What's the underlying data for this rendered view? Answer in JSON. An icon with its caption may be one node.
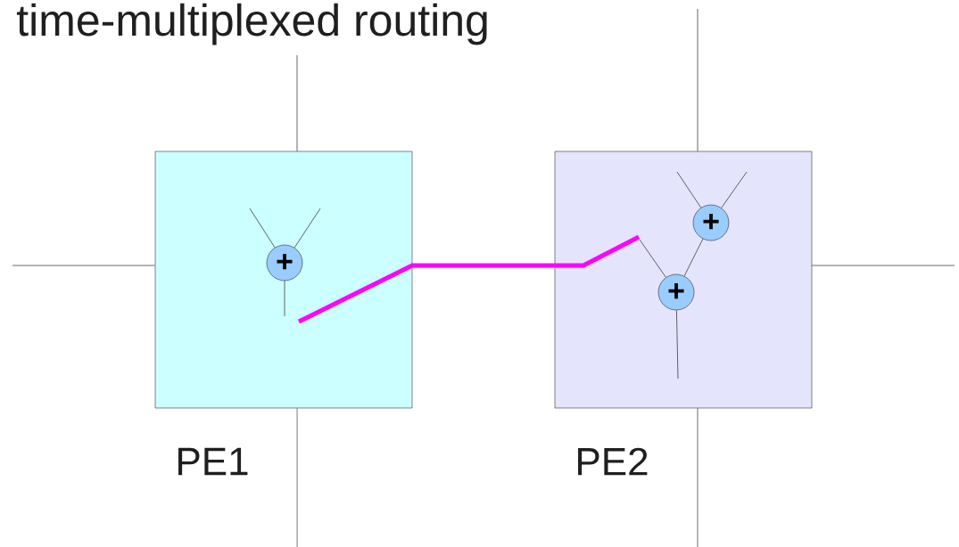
{
  "diagram": {
    "title": "time-multiplexed routing",
    "nodes": [
      {
        "text": [
          "PE1"
        ]
      },
      {
        "text": [
          "PE2"
        ]
      },
      {
        "text": [
          "+"
        ],
        "in": 0
      },
      {
        "text": [
          "+"
        ],
        "in": 1
      },
      {
        "text": [
          "+"
        ],
        "in": 1
      }
    ],
    "edges": [
      {
        "from": 2,
        "to": null,
        "arrow": "none"
      },
      {
        "from": 2,
        "to": null,
        "arrow": "none"
      },
      {
        "from": 2,
        "to": null,
        "arrow": "none"
      },
      {
        "from": 3,
        "to": null,
        "arrow": "none"
      },
      {
        "from": 3,
        "to": null,
        "arrow": "none"
      },
      {
        "from": 3,
        "to": 4,
        "arrow": "none"
      },
      {
        "from": 4,
        "to": null,
        "arrow": "none"
      },
      {
        "from": 4,
        "to": null,
        "arrow": "none"
      },
      {
        "from": 2,
        "to": 4,
        "arrow": "none",
        "style": "thick",
        "color": "#ff00ff"
      },
      {
        "from": 0,
        "to": null,
        "arrow": "none"
      },
      {
        "from": 0,
        "to": null,
        "arrow": "none"
      },
      {
        "from": 0,
        "to": null,
        "arrow": "none"
      },
      {
        "from": 1,
        "to": null,
        "arrow": "none"
      },
      {
        "from": 1,
        "to": null,
        "arrow": "none"
      },
      {
        "from": 1,
        "to": null,
        "arrow": "none"
      }
    ]
  }
}
